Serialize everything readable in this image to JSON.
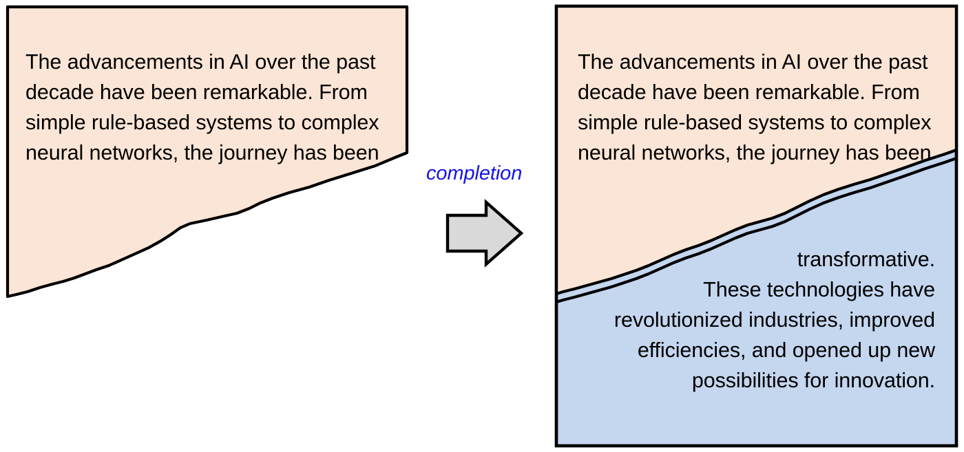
{
  "figure": {
    "background_color": "#ffffff",
    "prompt_fill": "#fbe5d6",
    "completion_fill": "#c5d6ef",
    "outline_color": "#000000",
    "arrow_fill": "#d9d9d9",
    "label_color": "#1414e6"
  },
  "left_panel": {
    "name": "prompt-only-page",
    "prompt_text": "The advancements in AI over the past decade have been remarkable. From simple rule-based systems to complex neural networks, the journey has been"
  },
  "transition": {
    "label": "completion",
    "arrow_icon": "right-block-arrow-icon"
  },
  "right_panel": {
    "name": "prompt-plus-completion-page",
    "prompt_text": "The advancements in AI over the past decade have been remarkable. From simple rule-based systems to complex neural networks, the journey has been",
    "completion_text": "transformative.\nThese technologies have revolutionized industries, improved efficiencies, and opened up new possibilities for innovation."
  }
}
